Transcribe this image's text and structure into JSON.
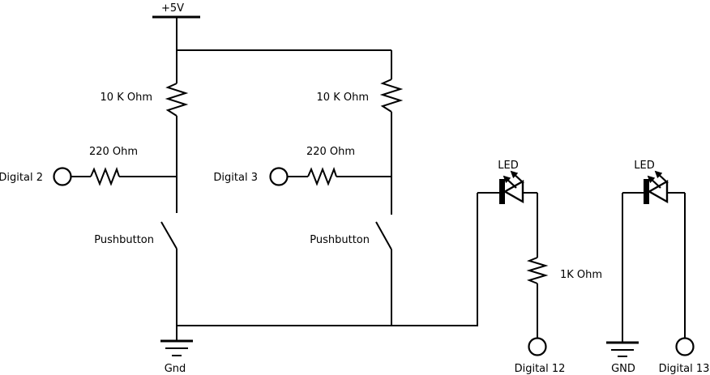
{
  "circuit": {
    "power": {
      "label": "+5V"
    },
    "main_ground": {
      "label": "Gnd"
    },
    "branch1": {
      "pullup_resistor": "10 K Ohm",
      "series_resistor": "220 Ohm",
      "input_pin": "Digital 2",
      "switch": "Pushbutton"
    },
    "branch2": {
      "pullup_resistor": "10 K Ohm",
      "series_resistor": "220 Ohm",
      "input_pin": "Digital 3",
      "switch": "Pushbutton"
    },
    "led_circuit1": {
      "led": "LED",
      "resistor": "1K Ohm",
      "pin": "Digital 12"
    },
    "led_circuit2": {
      "led": "LED",
      "ground": "GND",
      "pin": "Digital 13"
    },
    "colors": {
      "line": "#000000",
      "background": "#ffffff"
    }
  }
}
